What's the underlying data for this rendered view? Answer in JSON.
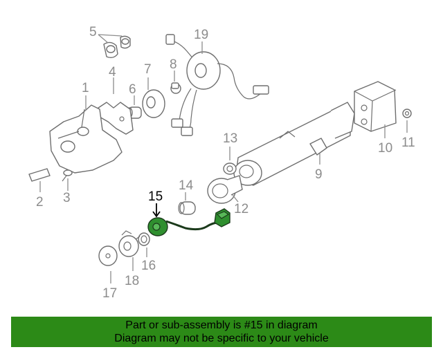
{
  "callouts": {
    "c1": "1",
    "c2": "2",
    "c3": "3",
    "c4": "4",
    "c5": "5",
    "c6": "6",
    "c7": "7",
    "c8": "8",
    "c9": "9",
    "c10": "10",
    "c11": "11",
    "c12": "12",
    "c13": "13",
    "c14": "14",
    "c15": "15",
    "c16": "16",
    "c17": "17",
    "c18": "18",
    "c19": "19"
  },
  "highlighted_part": "15",
  "colors": {
    "banner": "#2c8a17",
    "selected_part": "#2f8f2f",
    "linework": "#6e6e6e"
  },
  "banner": {
    "line1": "Part or sub-assembly is #15 in diagram",
    "line2": "Diagram may not be specific to your vehicle"
  }
}
